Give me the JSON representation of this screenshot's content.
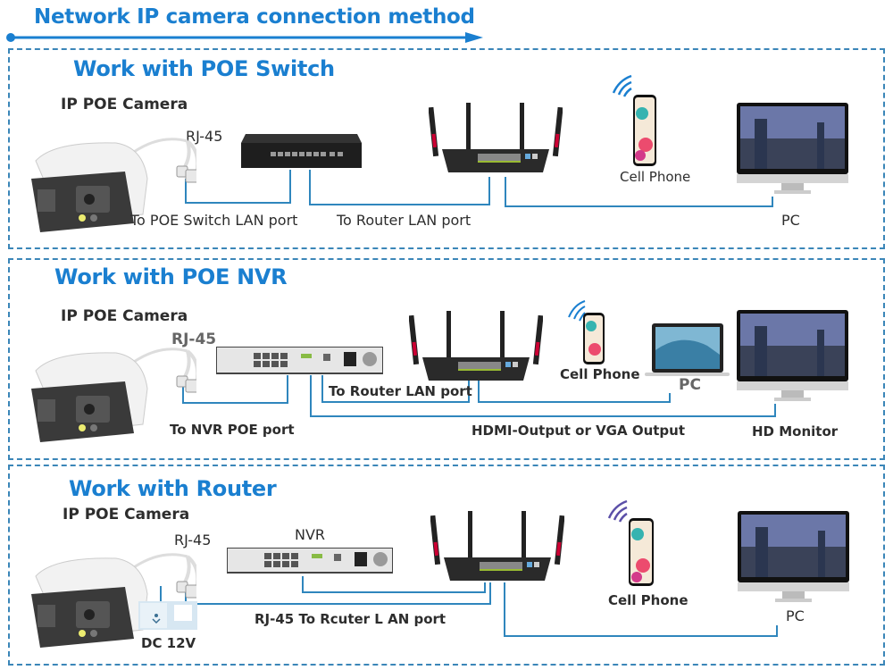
{
  "title": "Network IP camera connection method",
  "colors": {
    "accent": "#1a7fd0",
    "wire": "#2f86bd",
    "panel_border": "#3b86b8",
    "text": "#2d2d2d"
  },
  "sections": [
    {
      "title": "Work with POE Switch",
      "camera_label": "IP POE Camera",
      "connector_label": "RJ-45",
      "devices": [
        "poe-switch",
        "router",
        "cell-phone",
        "pc-monitor"
      ],
      "labels": {
        "to_switch": "To POE Switch LAN port",
        "to_router": "To Router LAN port",
        "cell_phone": "Cell Phone",
        "pc": "PC"
      }
    },
    {
      "title": "Work with POE NVR",
      "camera_label": "IP POE Camera",
      "connector_label": "RJ-45",
      "devices": [
        "nvr",
        "router",
        "cell-phone",
        "laptop",
        "hd-monitor"
      ],
      "labels": {
        "to_nvr": "To NVR POE port",
        "to_router": "To Router LAN port",
        "cell_phone": "Cell Phone",
        "pc": "PC",
        "hdmi": "HDMI-Output or VGA Output",
        "hd_monitor": "HD Monitor"
      }
    },
    {
      "title": "Work with Router",
      "camera_label": "IP POE Camera",
      "connector_label": "RJ-45",
      "devices": [
        "power-adapter",
        "nvr",
        "router",
        "cell-phone",
        "pc-monitor"
      ],
      "labels": {
        "dc": "DC 12V",
        "nvr": "NVR",
        "to_router": "RJ-45 To Rcuter L AN port",
        "cell_phone": "Cell Phone",
        "pc": "PC"
      }
    }
  ]
}
